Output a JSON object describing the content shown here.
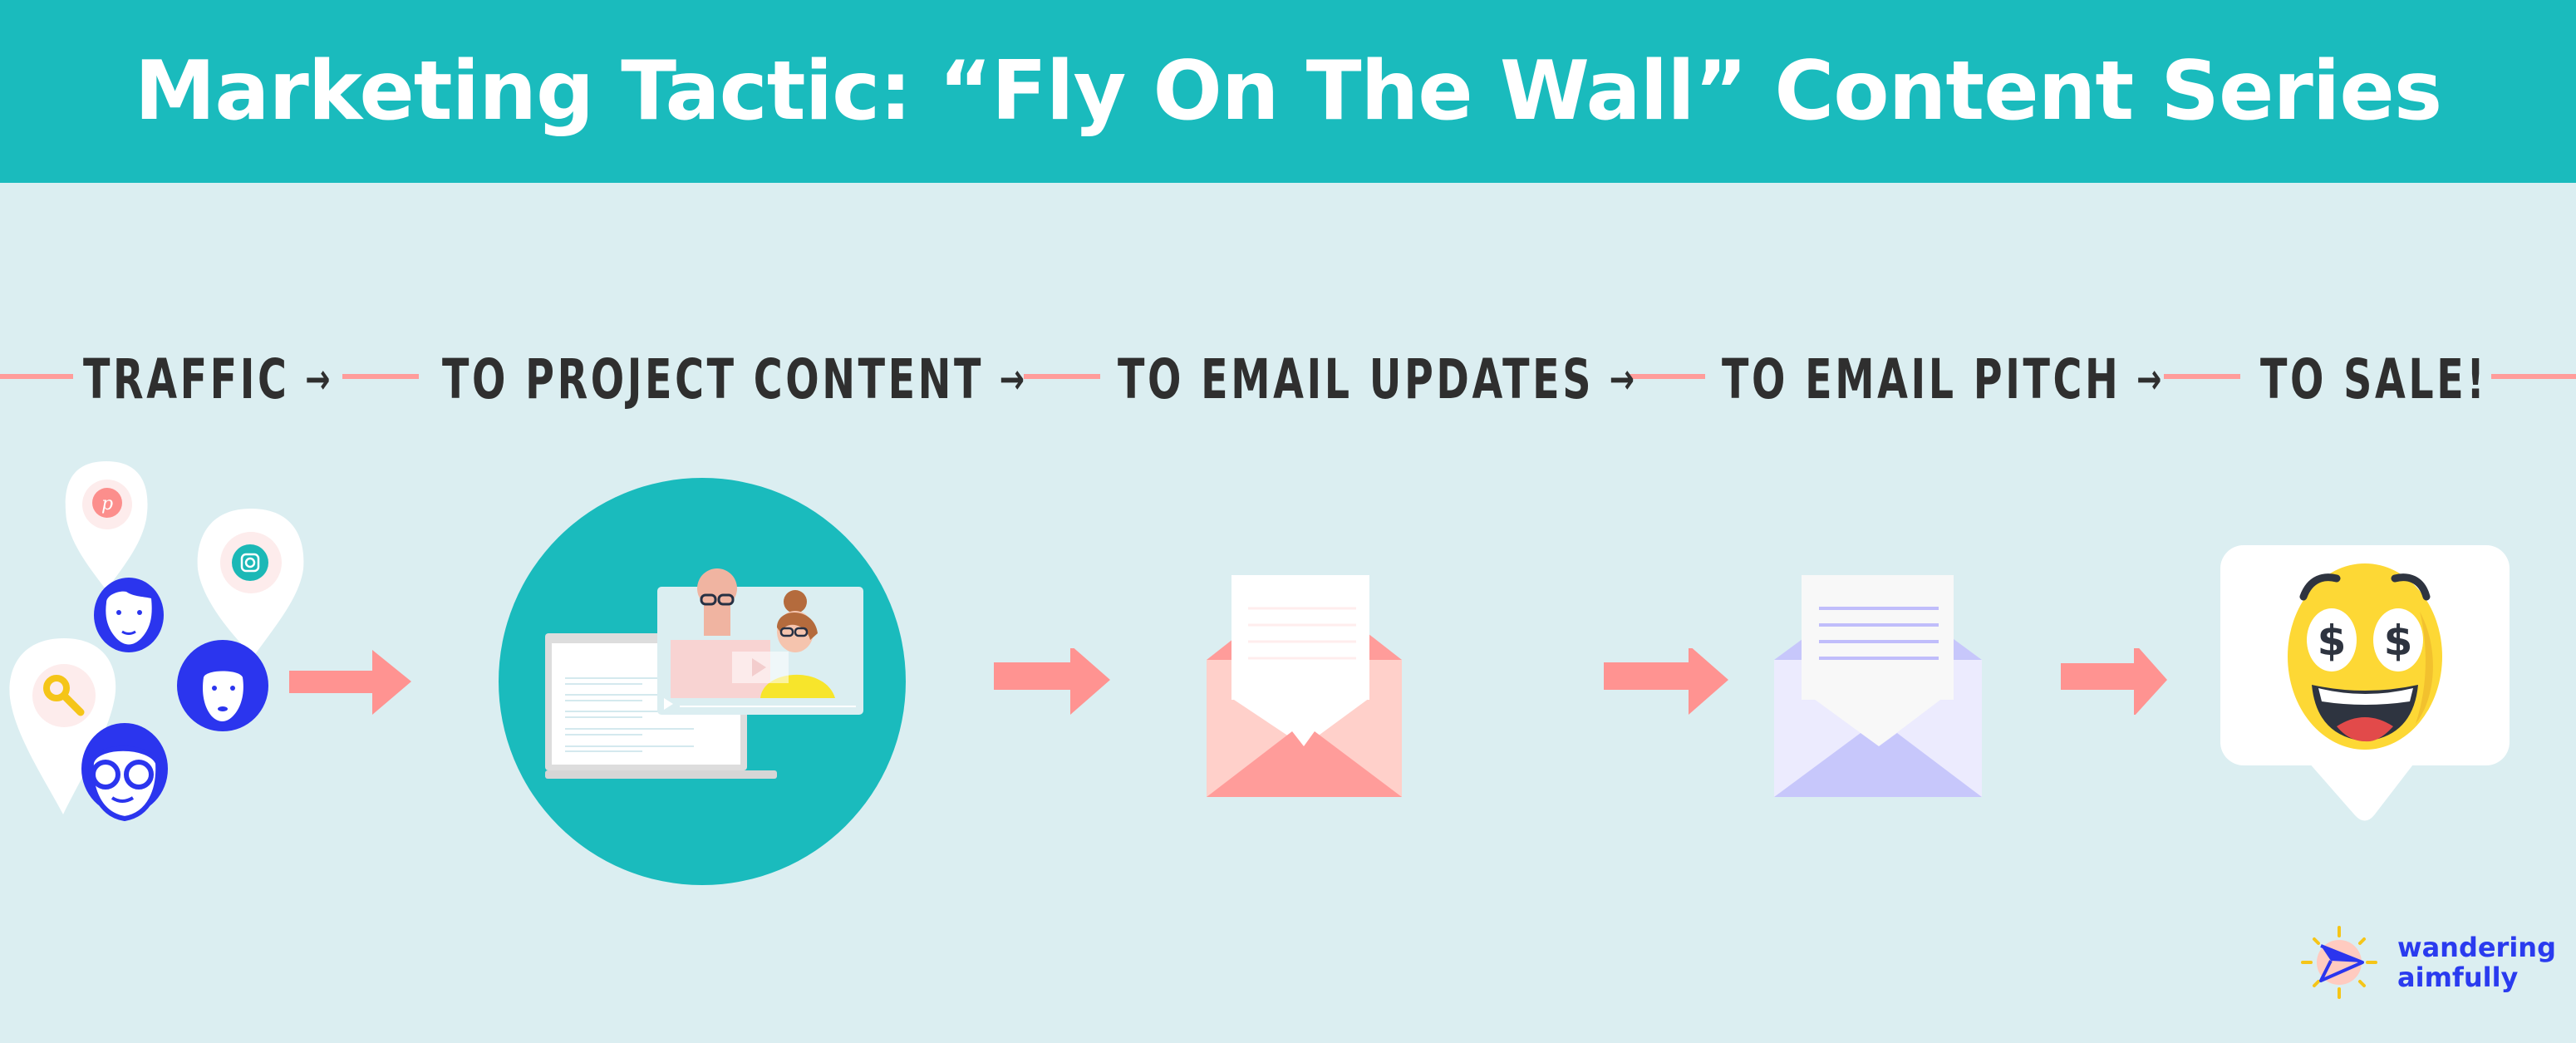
{
  "header": {
    "title": "Marketing Tactic: “Fly On The Wall” Content Series"
  },
  "flow": {
    "steps": [
      {
        "label": "TRAFFIC",
        "arrow": "→",
        "icon": "traffic-people-pins-icon"
      },
      {
        "label": "TO PROJECT CONTENT",
        "arrow": "→",
        "icon": "project-content-video-icon"
      },
      {
        "label": "TO EMAIL UPDATES",
        "arrow": "→",
        "icon": "email-updates-envelope-icon"
      },
      {
        "label": "TO EMAIL PITCH",
        "arrow": "→",
        "icon": "email-pitch-envelope-icon"
      },
      {
        "label": "TO SALE!",
        "arrow": "",
        "icon": "money-eyes-emoji-icon"
      }
    ],
    "traffic_sources": [
      "pinterest-icon",
      "instagram-icon",
      "search-icon"
    ]
  },
  "colors": {
    "title_bar": "#1ABBBD",
    "background": "#DBEEF1",
    "label_text": "#2F2F2F",
    "connector_line": "#FF9C9A",
    "flow_arrow": "#FF9391",
    "people_blue": "#2B35EE",
    "envelope_pink": "#FF9C9A",
    "envelope_purple": "#C7C7FB",
    "emoji_yellow": "#FDD835"
  },
  "logo": {
    "line1": "wandering",
    "line2": "aimfully"
  }
}
